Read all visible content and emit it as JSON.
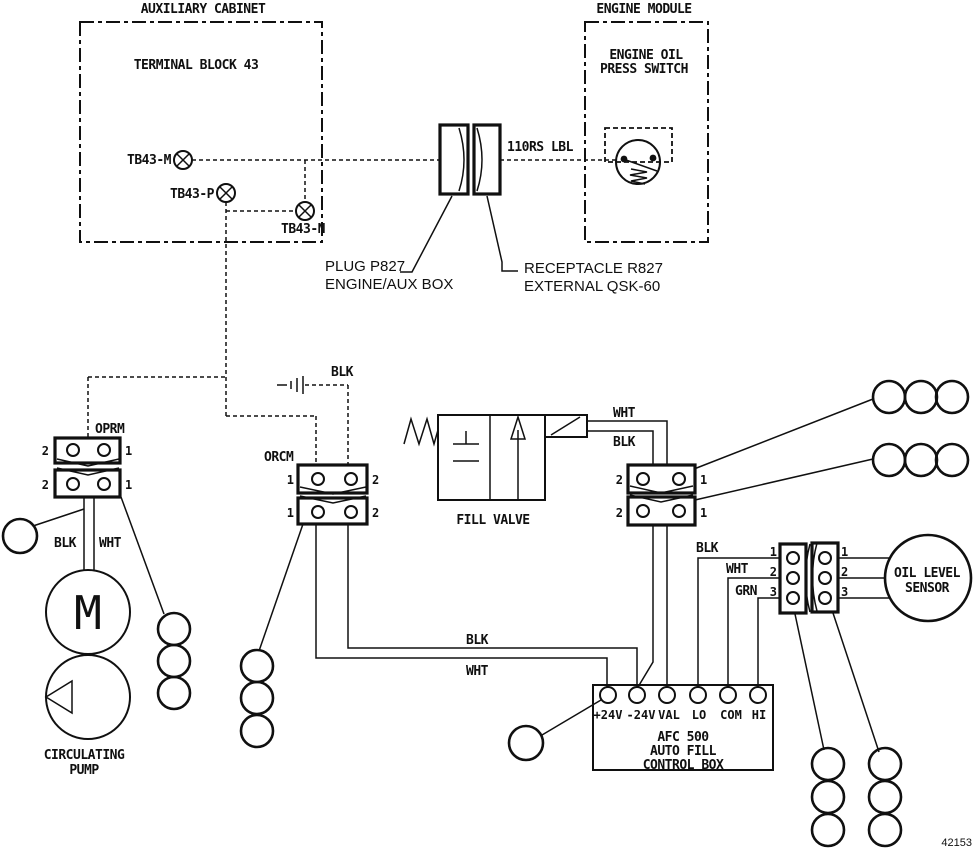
{
  "drawing_number": "42153",
  "aux_cabinet": {
    "title": "AUXILIARY CABINET",
    "name": "TERMINAL BLOCK 43",
    "tb_m": "TB43-M",
    "tb_p": "TB43-P",
    "tb_n": "TB43-N"
  },
  "engine_module": {
    "title": "ENGINE MODULE",
    "switch_l1": "ENGINE OIL",
    "switch_l2": "PRESS SWITCH"
  },
  "connector": {
    "wire_label": "110RS LBL",
    "plug_l1": "PLUG P827",
    "plug_l2": "ENGINE/AUX BOX",
    "recp_l1": "RECEPTACLE R827",
    "recp_l2": "EXTERNAL QSK-60"
  },
  "oprm": {
    "name": "OPRM",
    "pins": [
      "2",
      "1",
      "2",
      "1"
    ]
  },
  "orcm": {
    "name": "ORCM",
    "pins": [
      "1",
      "2",
      "1",
      "2"
    ]
  },
  "valve_relay": {
    "pins": [
      "2",
      "1",
      "2",
      "1"
    ]
  },
  "ground": {
    "wire": "BLK"
  },
  "fill_valve": {
    "name": "FILL VALVE",
    "wht": "WHT",
    "blk": "BLK"
  },
  "pump": {
    "motor": "M",
    "blk": "BLK",
    "wht": "WHT",
    "l1": "CIRCULATING",
    "l2": "PUMP"
  },
  "bus": {
    "blk": "BLK",
    "wht": "WHT"
  },
  "sensor": {
    "l1": "OIL LEVEL",
    "l2": "SENSOR",
    "blk": "BLK",
    "wht": "WHT",
    "grn": "GRN",
    "pins_left": [
      "1",
      "2",
      "3"
    ],
    "pins_right": [
      "1",
      "2",
      "3"
    ]
  },
  "control_box": {
    "terminals": [
      "+24V",
      "-24V",
      "VAL",
      "LO",
      "COM",
      "HI"
    ],
    "l1": "AFC 500",
    "l2": "AUTO FILL",
    "l3": "CONTROL BOX"
  }
}
